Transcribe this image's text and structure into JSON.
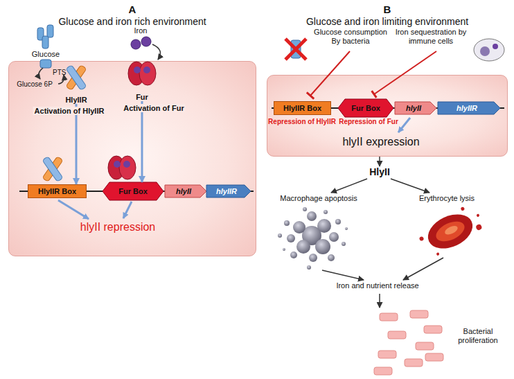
{
  "diagram": {
    "nodes": [
      {
        "text": [
          "A",
          "Glucose and iron rich environment"
        ]
      },
      {
        "text": [
          "HlyIIR"
        ],
        "in": 0
      },
      {
        "text": [
          "Fur"
        ],
        "in": 0
      },
      {
        "text": [
          "HlyIIR Box"
        ],
        "in": 0
      },
      {
        "text": [
          "Fur Box"
        ],
        "in": 0
      },
      {
        "text": [
          "hlyII"
        ],
        "in": 0
      },
      {
        "text": [
          "hlyIIR"
        ],
        "in": 0
      },
      {
        "text": [
          "B",
          "Glucose and iron limiting environment"
        ]
      },
      {
        "text": [
          "HlyIIR Box"
        ],
        "in": 7
      },
      {
        "text": [
          "Fur Box"
        ],
        "in": 7
      },
      {
        "text": [
          "hlyII"
        ],
        "in": 7
      },
      {
        "text": [
          "hlyIIR"
        ],
        "in": 7
      }
    ],
    "edges": [
      {
        "from": 1,
        "to": 3,
        "arrow": "to",
        "label": "Activation of HlyIIR"
      },
      {
        "from": 2,
        "to": 4,
        "arrow": "to",
        "label": "Activation of Fur"
      }
    ],
    "labels": [
      "Glucose",
      "PTS",
      "Glucose 6P",
      "Iron",
      "hlyII repression",
      "Glucose consumption By bacteria",
      "Iron sequestration by immune cells",
      "Repression of HlyIIR",
      "Repression of Fur",
      "hlyII expression",
      "HlyII",
      "Macrophage apoptosis",
      "Erythrocyte lysis",
      "Iron and nutrient release",
      "Bacterial proliferation"
    ]
  }
}
